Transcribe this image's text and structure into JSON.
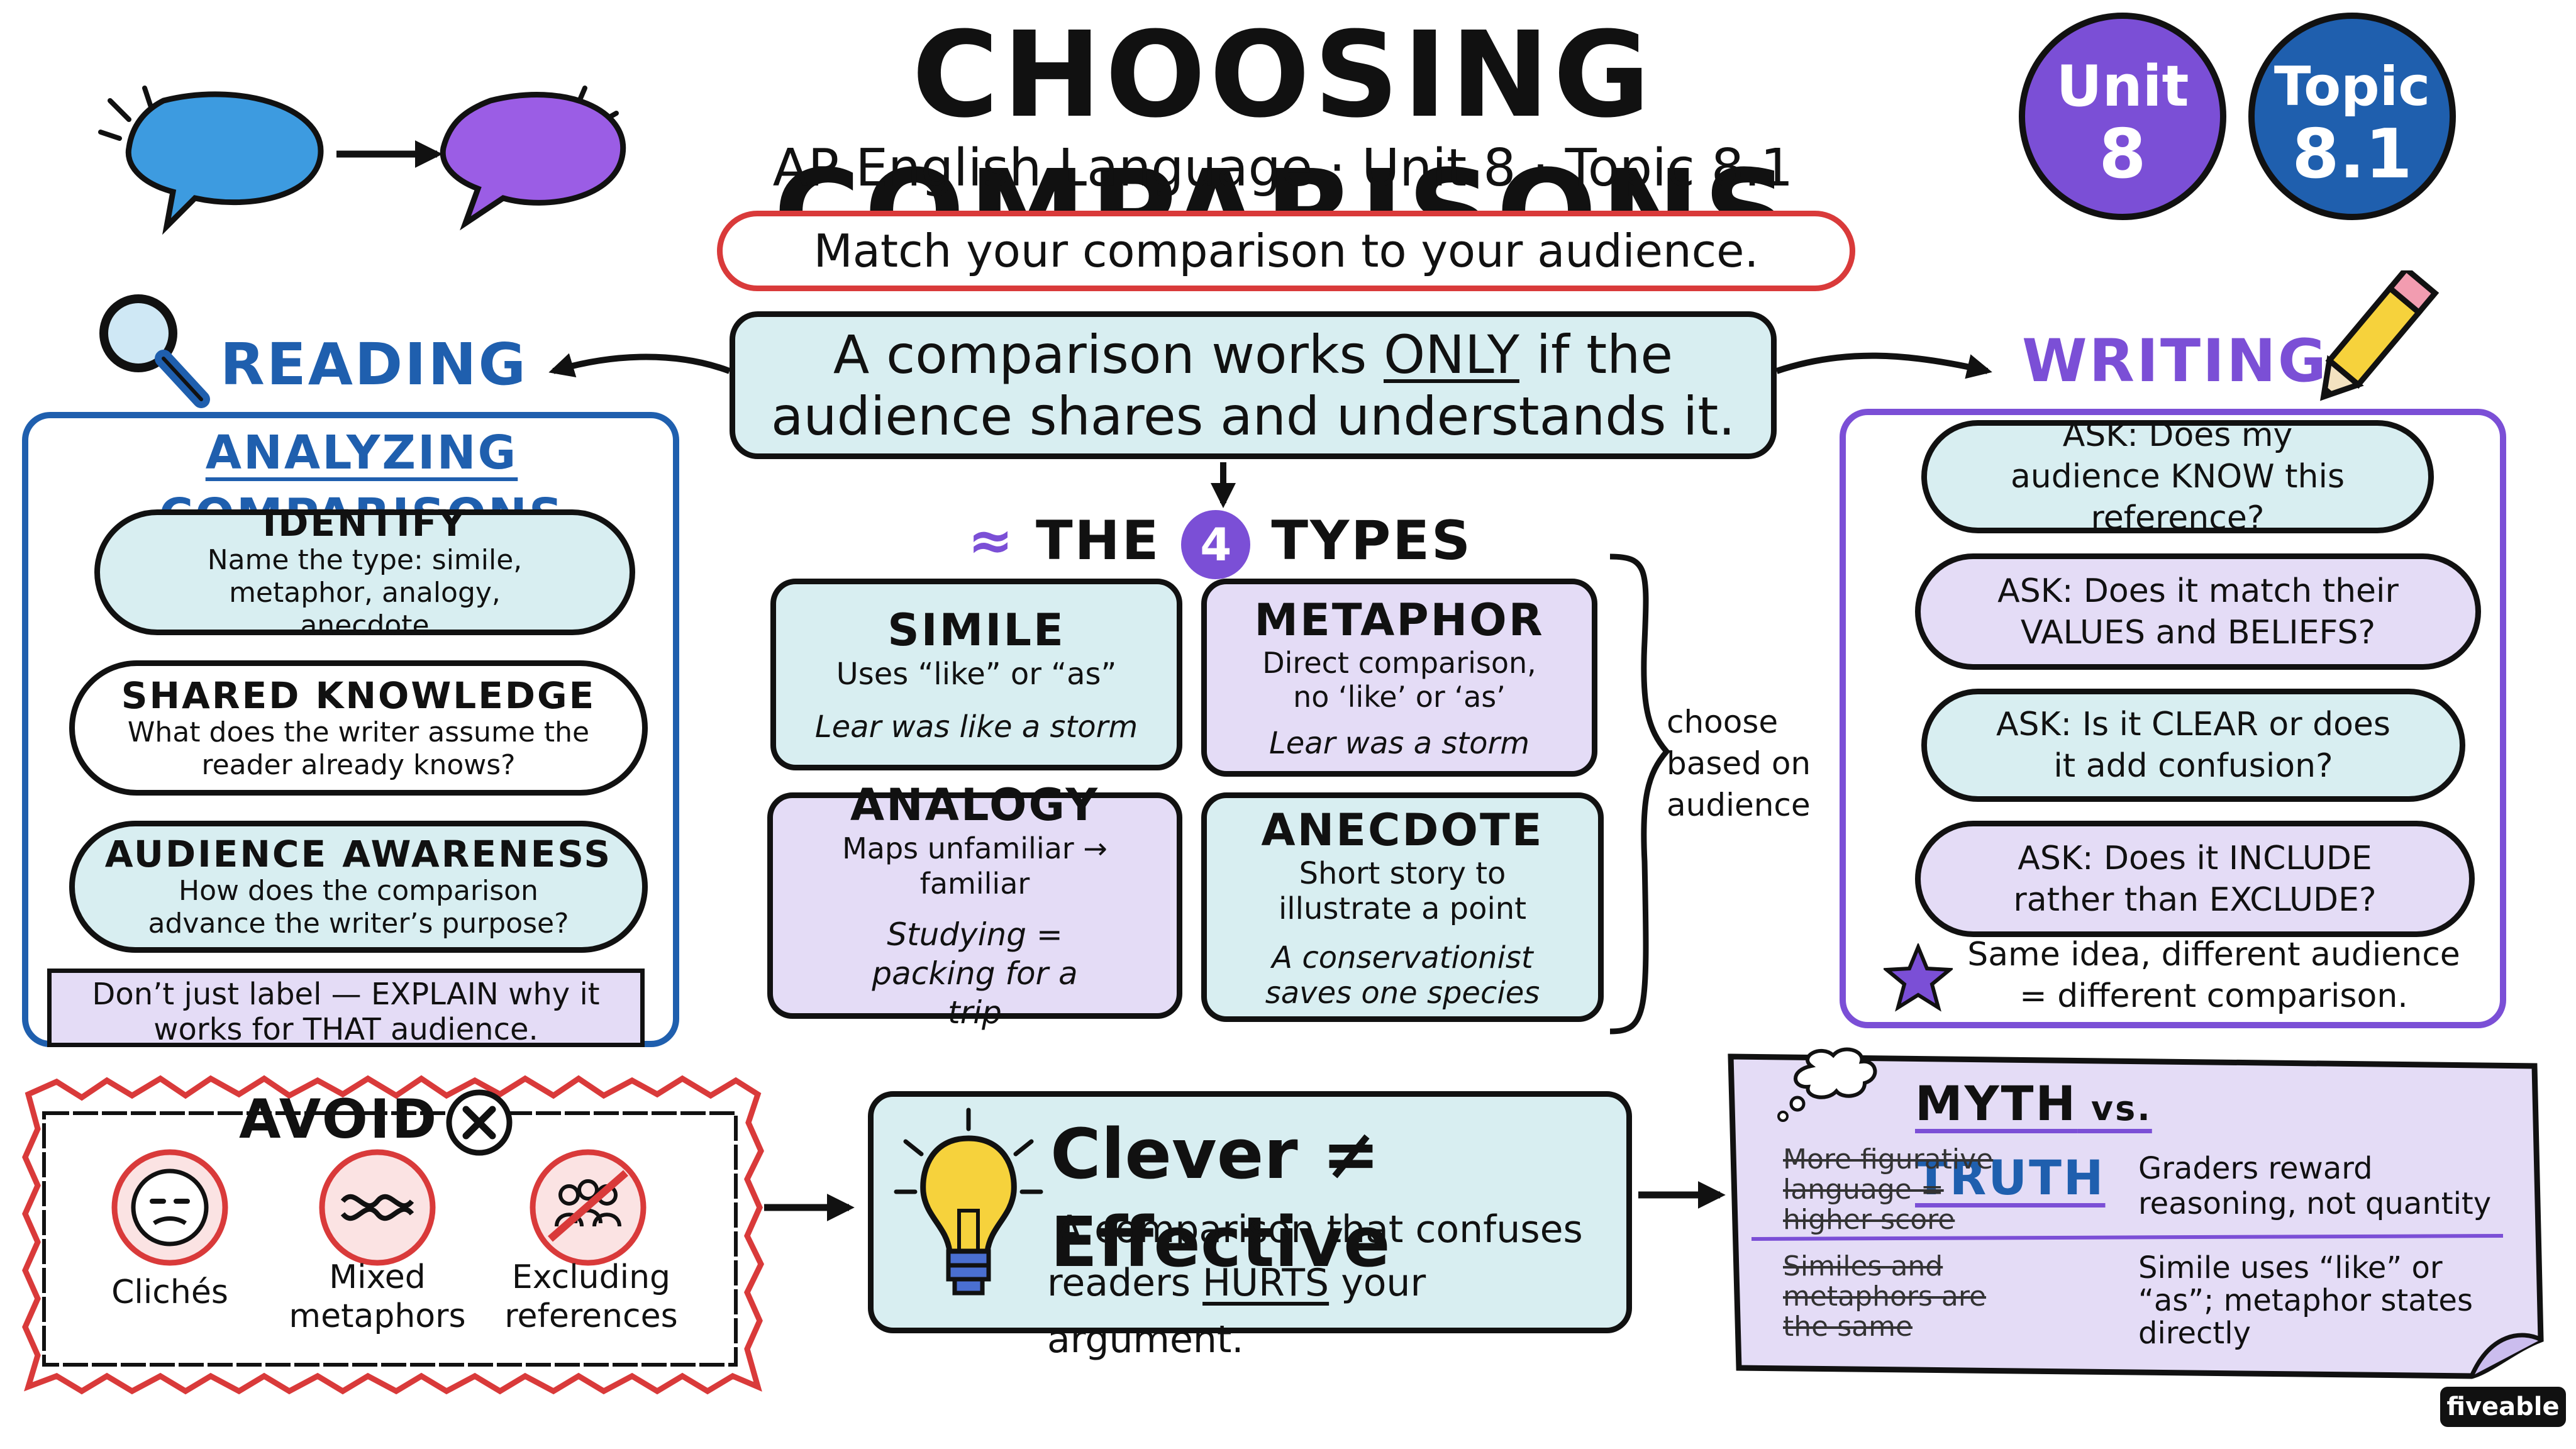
{
  "header": {
    "title": "CHOOSING COMPARISONS",
    "subtitle": "AP English Language · Unit 8 · Topic 8.1",
    "tagline": "Match your comparison to your audience.",
    "badges": [
      {
        "line1": "Unit",
        "line2": "8",
        "color": "#7b4fd6"
      },
      {
        "line1": "Topic",
        "line2": "8.1",
        "color": "#1f5fae"
      }
    ]
  },
  "central": {
    "pre": "A comparison works ",
    "emphasis": "ONLY",
    "post": " if the audience shares and understands it."
  },
  "types": {
    "heading_pre": "THE",
    "heading_num": "4",
    "heading_post": "TYPES",
    "side_note": "choose based on audience",
    "cards": [
      {
        "title": "SIMILE",
        "desc": "Uses “like” or “as”",
        "example": "Lear was like a storm"
      },
      {
        "title": "METAPHOR",
        "desc": "Direct comparison, no ‘like’ or ‘as’",
        "example": "Lear was a storm"
      },
      {
        "title": "ANALOGY",
        "desc": "Maps unfamiliar → familiar",
        "example": "Studying = packing for a trip"
      },
      {
        "title": "ANECDOTE",
        "desc": "Short story to illustrate a point",
        "example": "A conservationist saves one species"
      }
    ]
  },
  "reading": {
    "label": "READING",
    "panel_title": "ANALYZING COMPARISONS",
    "steps": [
      {
        "title": "IDENTIFY",
        "text": "Name the type: simile, metaphor, analogy, anecdote"
      },
      {
        "title": "SHARED KNOWLEDGE",
        "text": "What does the writer assume the reader already knows?"
      },
      {
        "title": "AUDIENCE AWARENESS",
        "text": "How does the comparison advance the writer’s purpose?"
      }
    ],
    "banner": "Don’t just label — EXPLAIN why it works for THAT audience."
  },
  "writing": {
    "label": "WRITING",
    "questions": [
      "ASK: Does my audience KNOW this reference?",
      "ASK: Does it match their VALUES and BELIEFS?",
      "ASK: Is it CLEAR or does it add confusion?",
      "ASK: Does it INCLUDE rather than EXCLUDE?"
    ],
    "note": "Same idea, different audience = different comparison."
  },
  "avoid": {
    "title": "AVOID",
    "items": [
      {
        "label": "Clichés",
        "icon": "meh-face-icon"
      },
      {
        "label": "Mixed metaphors",
        "icon": "tangle-icon"
      },
      {
        "label": "Excluding references",
        "icon": "excluded-group-icon"
      }
    ]
  },
  "clever": {
    "title": "Clever ≠ Effective",
    "line1": "A comparison that confuses",
    "line2_pre": "readers ",
    "line2_em": "HURTS",
    "line2_post": " your argument."
  },
  "myth": {
    "title_pre": "MYTH",
    "title_mid": " vs. ",
    "title_post": "TRUTH",
    "rows": [
      {
        "myth": "More figurative language = higher score",
        "truth": "Graders reward reasoning, not quantity"
      },
      {
        "myth": "Similes and metaphors are the same",
        "truth": "Simile uses “like” or “as”; metaphor states directly"
      }
    ]
  },
  "brand": "fiveable",
  "colors": {
    "blue": "#1f5fae",
    "purple": "#7b4fd6",
    "red": "#d93a3a",
    "teal_fill": "#d8eef1",
    "lavender_fill": "#e4dcf6",
    "bulb": "#f6d23c"
  }
}
